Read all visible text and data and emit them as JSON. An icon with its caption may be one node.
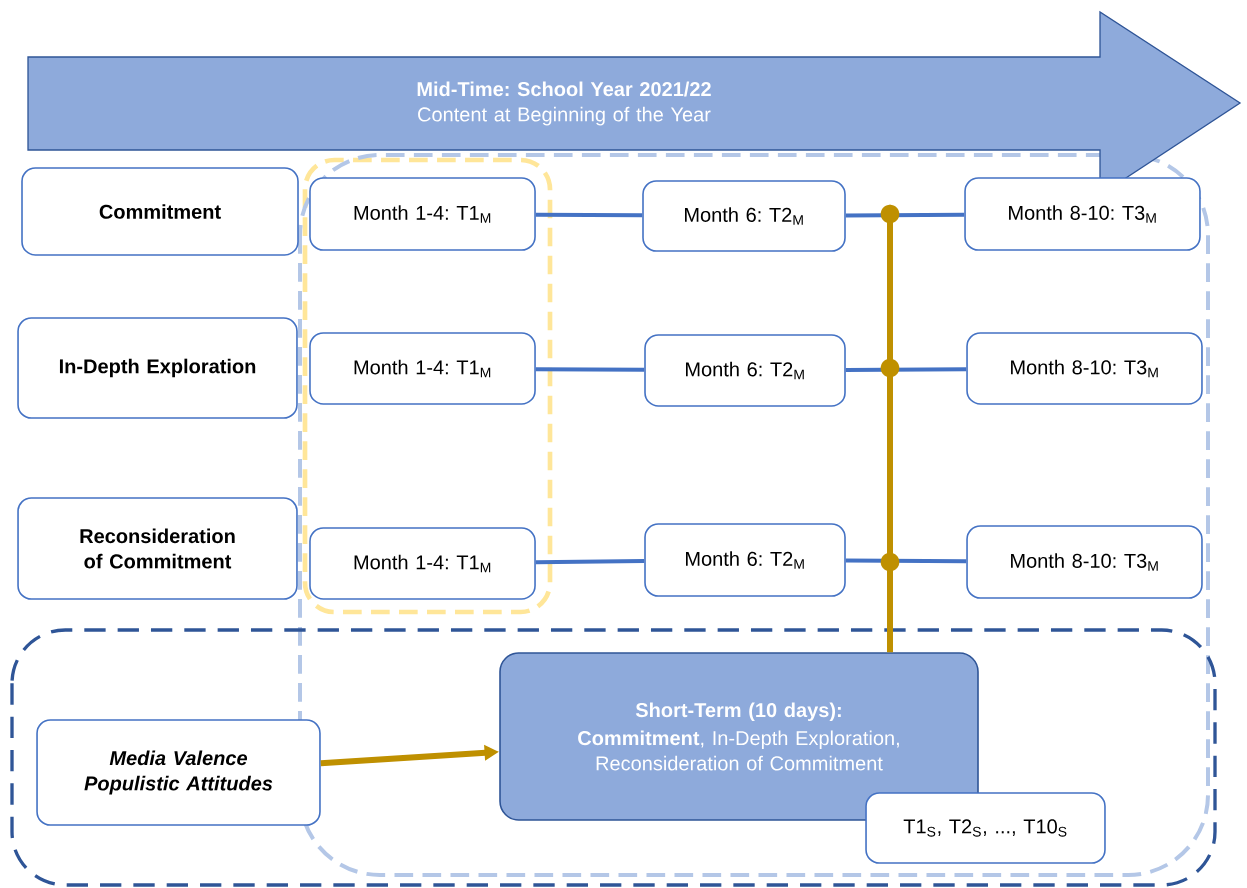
{
  "diagram": {
    "nodes": [
      {
        "text": [
          "Mid-Time: School Year 2021/22",
          "Content at Beginning of the Year"
        ]
      },
      {
        "text": [
          "Commitment"
        ]
      },
      {
        "text": [
          "Month 1-4: T1$_{M}$"
        ]
      },
      {
        "text": [
          "Month 6: T2$_{M}$"
        ]
      },
      {
        "text": [
          "Month 8-10: T3$_{M}$"
        ]
      },
      {
        "text": [
          "In-Depth Exploration"
        ]
      },
      {
        "text": [
          "Month 1-4: T1$_{M}$"
        ]
      },
      {
        "text": [
          "Month 6: T2$_{M}$"
        ]
      },
      {
        "text": [
          "Month 8-10: T3$_{M}$"
        ]
      },
      {
        "text": [
          "Reconsideration of Commitment"
        ]
      },
      {
        "text": [
          "Month 1-4: T1$_{M}$"
        ]
      },
      {
        "text": [
          "Month 6: T2$_{M}$"
        ]
      },
      {
        "text": [
          "Month 8-10: T3$_{M}$"
        ]
      },
      {
        "text": [
          "Media Valence Populistic Attitudes"
        ]
      },
      {
        "text": [
          "Short-Term (10 days):",
          "**Commitment**, In-Depth Exploration, Reconsideration of Commitment"
        ]
      },
      {
        "text": [
          "T1$_{S}$, T2$_{S}$, ..., T10$_{S}$"
        ]
      }
    ],
    "edges": [
      {
        "from": 2,
        "to": 3,
        "arrow": "none"
      },
      {
        "from": 3,
        "to": 4,
        "arrow": "none"
      },
      {
        "from": 6,
        "to": 7,
        "arrow": "none"
      },
      {
        "from": 7,
        "to": 8,
        "arrow": "none"
      },
      {
        "from": 10,
        "to": 11,
        "arrow": "none"
      },
      {
        "from": 11,
        "to": 12,
        "arrow": "none"
      },
      {
        "from": 13,
        "to": 14,
        "arrow": "to",
        "color": "#bf9000"
      },
      {
        "from": 14,
        "to": null,
        "arrow": "to",
        "color": "#bf9000"
      }
    ]
  }
}
